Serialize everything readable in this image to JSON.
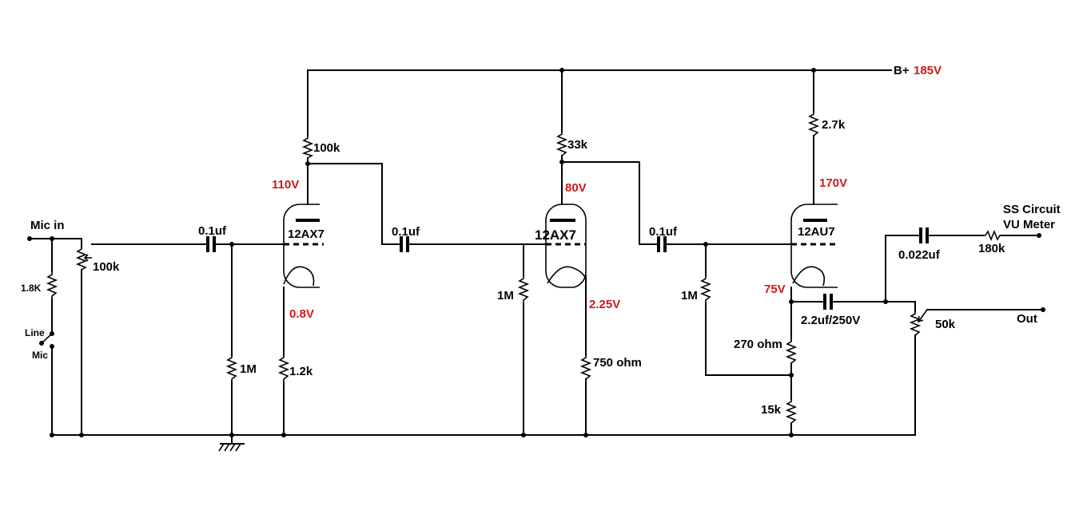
{
  "colors": {
    "voltage": "#d01818",
    "wire": "#000000"
  },
  "supply": {
    "label": "B+",
    "voltage": "185V"
  },
  "input": {
    "label": "Mic in",
    "pad_resistor": "1.8K",
    "switch_line": "Line",
    "switch_mic": "Mic",
    "gain_pot": "100k"
  },
  "stage1": {
    "coupling_cap": "0.1uf",
    "grid_resistor": "1M",
    "plate_resistor": "100k",
    "tube": "12AX7",
    "cathode_resistor": "1.2k",
    "plate_voltage": "110V",
    "cathode_voltage": "0.8V"
  },
  "stage2": {
    "coupling_cap": "0.1uf",
    "grid_resistor": "1M",
    "plate_resistor": "33k",
    "tube": "12AX7",
    "cathode_resistor": "750 ohm",
    "plate_voltage": "80V",
    "cathode_voltage": "2.25V"
  },
  "stage3": {
    "coupling_cap": "0.1uf",
    "grid_resistor": "1M",
    "plate_resistor": "2.7k",
    "tube": "12AU7",
    "cathode_resistor_1": "270 ohm",
    "cathode_resistor_2": "15k",
    "plate_voltage": "170V",
    "cathode_voltage": "75V"
  },
  "output": {
    "cap": "2.2uf/250V",
    "volume_pot": "50k",
    "out_label": "Out"
  },
  "vu": {
    "cap": "0.022uf",
    "resistor": "180k",
    "label_line1": "SS Circuit",
    "label_line2": "VU Meter"
  }
}
